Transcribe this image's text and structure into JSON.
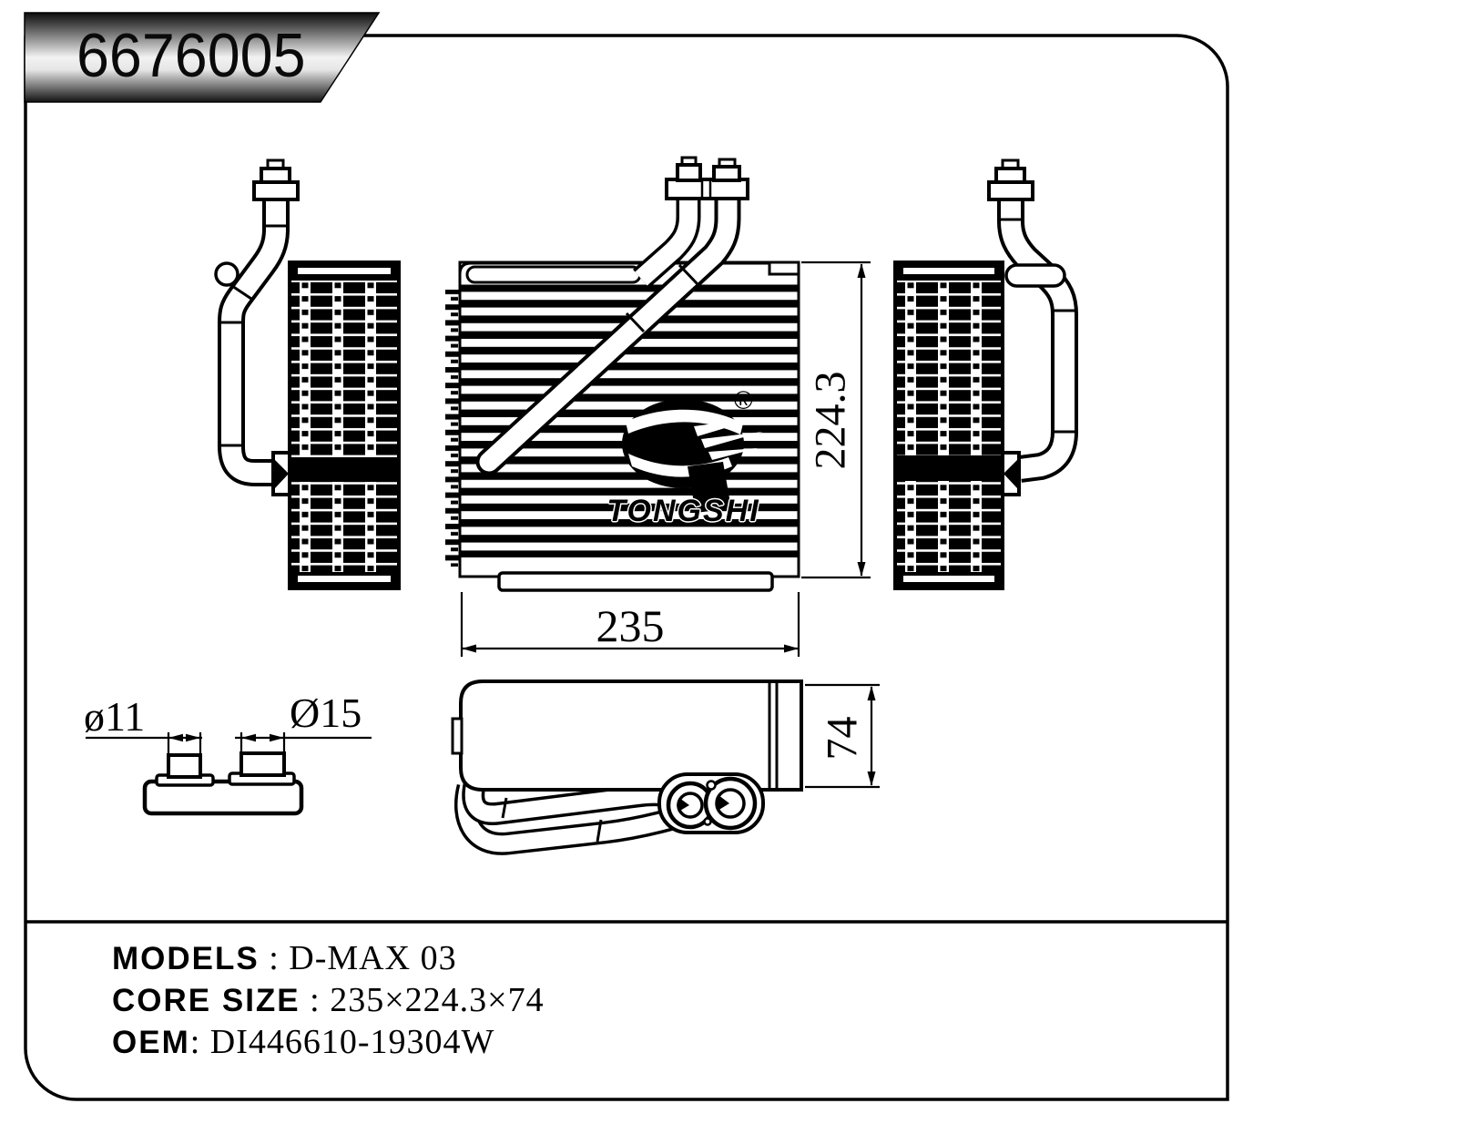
{
  "banner": {
    "part_number": "6676005"
  },
  "drawing": {
    "dimensions": {
      "core_width": "235",
      "core_height": "224.3",
      "core_depth": "74",
      "inlet_diameter": "ø11",
      "outlet_diameter": "Ø15"
    },
    "logo": {
      "brand": "TONGSHI",
      "registered_mark": "®"
    }
  },
  "specs": {
    "models": {
      "label": "MODELS",
      "separator": " : ",
      "value": "D-MAX 03"
    },
    "core_size": {
      "label": "CORE SIZE",
      "separator": " : ",
      "value": "235×224.3×74"
    },
    "oem": {
      "label": "OEM",
      "separator": ": ",
      "value": "DI446610-19304W"
    }
  },
  "colors": {
    "line": "#000000",
    "background": "#ffffff"
  }
}
